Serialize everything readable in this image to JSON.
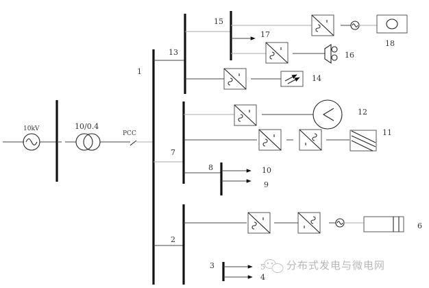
{
  "diagram": {
    "title": "Microgrid single-line diagram",
    "source_label": "10kV",
    "transformer_label": "10/0.4",
    "pcc_label": "PCC",
    "bus_labels": {
      "main": "1",
      "feeder_a": "13",
      "feeder_a_sub": "15",
      "feeder_b": "7",
      "feeder_b_sub": "8",
      "feeder_c": "2",
      "feeder_c_sub": "3"
    },
    "device_labels": {
      "microturbine": "18",
      "fuel_cell": "16",
      "load_17": "17",
      "pv": "14",
      "wind": "12",
      "battery": "11",
      "load_10": "10",
      "load_9": "9",
      "flywheel": "6",
      "load_5": "5",
      "load_4": "4"
    },
    "watermark": "分布式发电与微电网"
  },
  "colors": {
    "background": "#ffffff",
    "bus": "#111111",
    "wire": "#444444",
    "watermark": "#b8b8b8"
  }
}
